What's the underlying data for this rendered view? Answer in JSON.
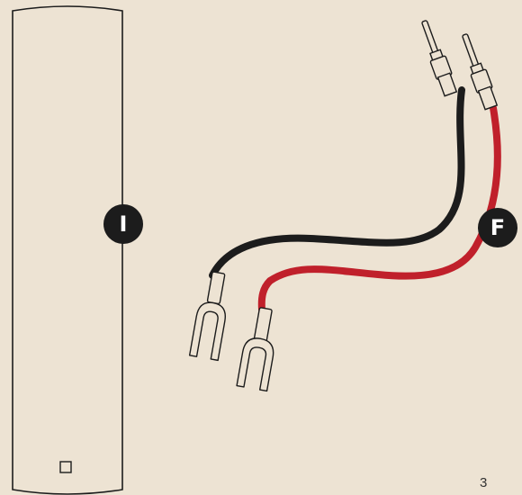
{
  "callouts": {
    "panel_label": "I",
    "cable_label": "F"
  },
  "page": {
    "number": "3"
  },
  "colors": {
    "background": "#ede3d3",
    "outline": "#1c1c1c",
    "negative_wire": "#1c1c1c",
    "positive_wire": "#c0202b",
    "badge": "#1c1c1c"
  }
}
